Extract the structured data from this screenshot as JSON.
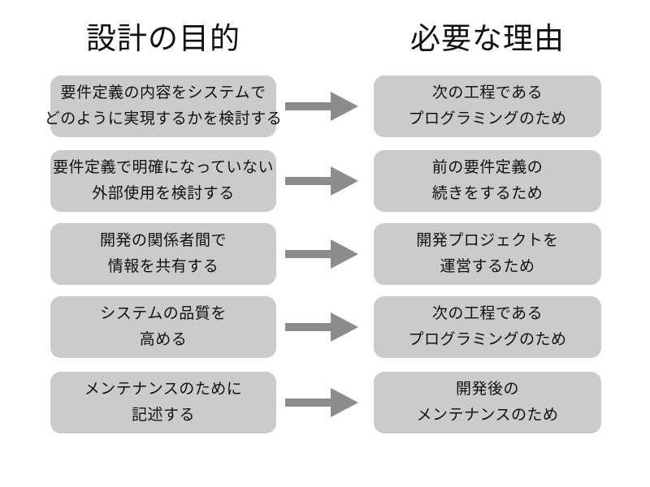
{
  "page": {
    "background_color": "#ffffff",
    "box_fill_color": "#cbcbcb",
    "arrow_color": "#8c8c8c",
    "text_color": "#111111"
  },
  "headers": {
    "left": "設計の目的",
    "right": "必要な理由"
  },
  "rows": [
    {
      "purpose_line1": "要件定義の内容をシステムで",
      "purpose_line2": "どのように実現するかを検討する",
      "reason_line1": "次の工程である",
      "reason_line2": "プログラミングのため"
    },
    {
      "purpose_line1": "要件定義で明確になっていない",
      "purpose_line2": "外部使用を検討する",
      "reason_line1": "前の要件定義の",
      "reason_line2": "続きをするため"
    },
    {
      "purpose_line1": "開発の関係者間で",
      "purpose_line2": "情報を共有する",
      "reason_line1": "開発プロジェクトを",
      "reason_line2": "運営するため"
    },
    {
      "purpose_line1": "システムの品質を",
      "purpose_line2": "高める",
      "reason_line1": "次の工程である",
      "reason_line2": "プログラミングのため"
    },
    {
      "purpose_line1": "メンテナンスのために",
      "purpose_line2": "記述する",
      "reason_line1": "開発後の",
      "reason_line2": "メンテナンスのため"
    }
  ]
}
